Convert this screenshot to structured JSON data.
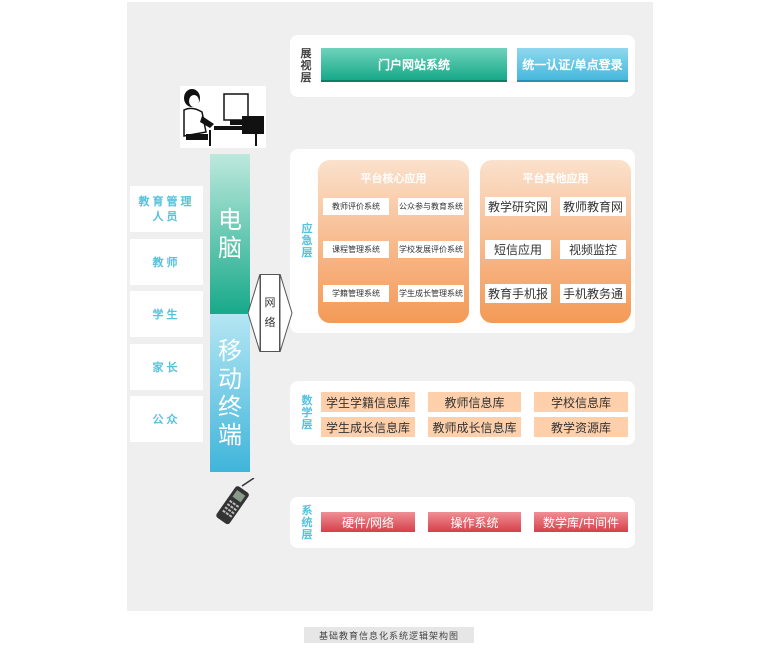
{
  "layers": {
    "display": {
      "label": "展视层",
      "items": [
        "门户网站系统",
        "统一认证/单点登录"
      ]
    },
    "application": {
      "label": "应急层",
      "core": {
        "title": "平台核心应用",
        "items": [
          "教师评价系统",
          "公众参与教育系统",
          "课程管理系统",
          "学校发展评价系统",
          "学籍管理系统",
          "学生成长管理系统"
        ]
      },
      "other": {
        "title": "平台其他应用",
        "items": [
          "教学研究网",
          "教师教育网",
          "短信应用",
          "视频监控",
          "教育手机报",
          "手机教务通"
        ]
      }
    },
    "data": {
      "label": "数学层",
      "items": [
        "学生学籍信息库",
        "教师信息库",
        "学校信息库",
        "学生成长信息库",
        "教师成长信息库",
        "教学资源库"
      ]
    },
    "system": {
      "label": "系统层",
      "items": [
        "硬件/网络",
        "操作系统",
        "数学库/中间件"
      ]
    }
  },
  "roles": [
    "教育管理人员",
    "教师",
    "学生",
    "家长",
    "公众"
  ],
  "access": {
    "computer": "电脑",
    "mobile": "移动终端",
    "network": "网络"
  },
  "caption": "基础教育信息化系统逻辑架构图",
  "colors": {
    "teal": "#17a98a",
    "sky": "#46b8dc",
    "orange": "#f39a57",
    "red": "#d6404a",
    "peach": "#fdd0ab",
    "label_blue": "#56c2dd"
  },
  "icons": [
    "computer-user-icon",
    "mobile-phone-icon"
  ]
}
